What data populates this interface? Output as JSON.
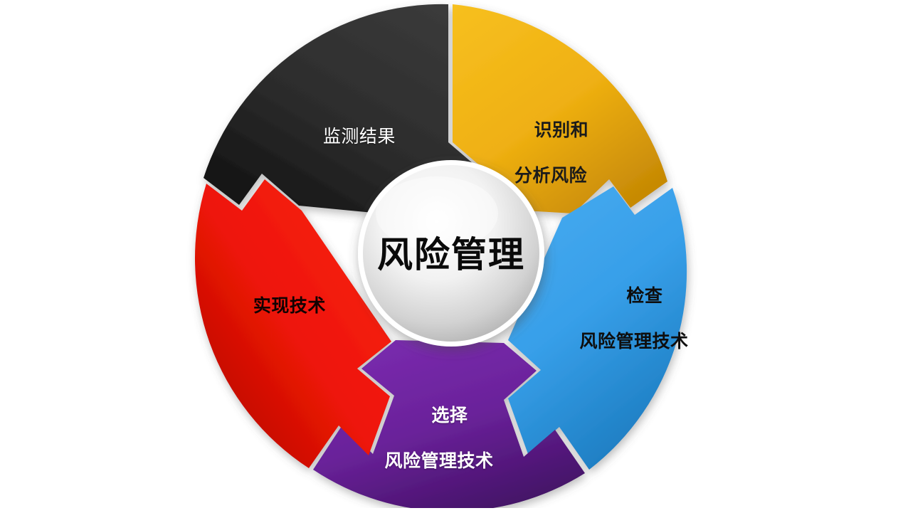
{
  "diagram": {
    "title": "风险管理",
    "type": "cycle-wheel",
    "center": {
      "label": "风险管理",
      "fill_light": "#ffffff",
      "fill_dark": "#b9b9b9"
    },
    "segments": [
      {
        "id": "identify",
        "name": "identify-analyze-risk",
        "line1": "识别和",
        "line2": "分析风险",
        "color": "#EFB214",
        "color_dark": "#C98A06",
        "text_color": "#1b1b1b",
        "position": "top-right"
      },
      {
        "id": "examine",
        "name": "examine-risk-management-techniques",
        "line1": "检查",
        "line2": "风险管理技术",
        "color": "#369FEA",
        "color_dark": "#1E7FC4",
        "text_color": "#0e0e0e",
        "position": "right"
      },
      {
        "id": "select",
        "name": "select-risk-management-techniques",
        "line1": "选择",
        "line2": "风险管理技术",
        "color": "#6B249C",
        "color_dark": "#46126B",
        "text_color": "#ffffff",
        "position": "bottom"
      },
      {
        "id": "implement",
        "name": "implement-techniques",
        "line1": "实现技术",
        "line2": "",
        "color": "#F21C0A",
        "color_dark": "#B70C02",
        "text_color": "#120202",
        "position": "left"
      },
      {
        "id": "monitor",
        "name": "monitor-results",
        "line1": "监测结果",
        "line2": "",
        "color": "#2E2E2E",
        "color_dark": "#161616",
        "text_color": "#ffffff",
        "position": "top-left"
      }
    ]
  }
}
